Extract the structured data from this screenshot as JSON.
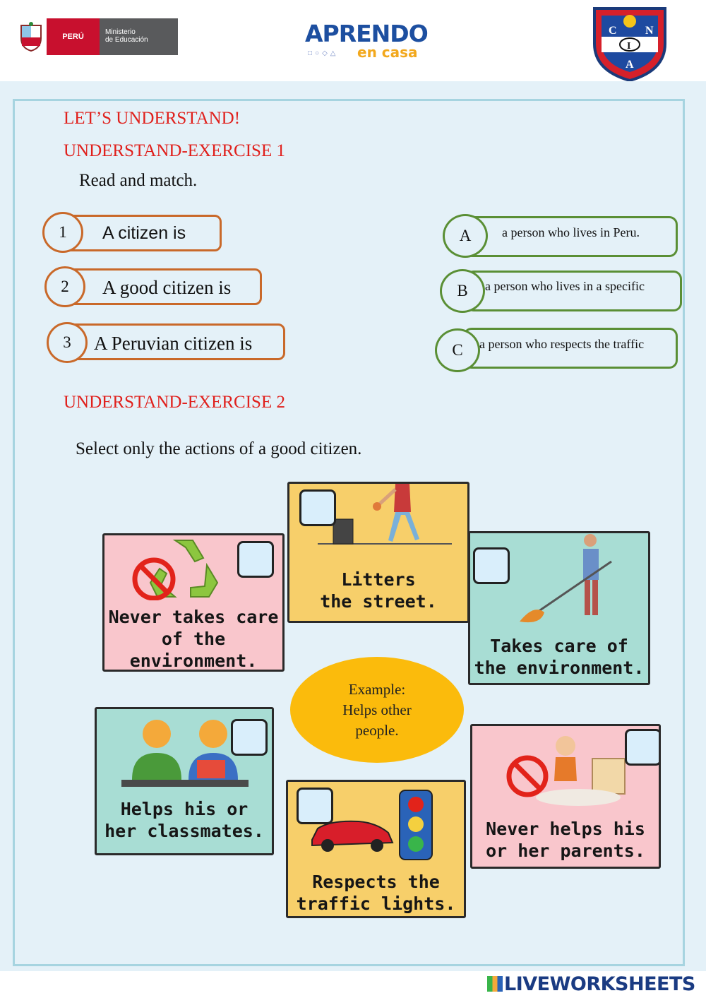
{
  "header": {
    "ministry": {
      "country": "PERÚ",
      "name_line1": "Ministerio",
      "name_line2": "de Educación"
    },
    "program": {
      "line1": "APRENDO",
      "line2": "en casa"
    },
    "school_crest": {
      "letters": [
        "C",
        "N",
        "I",
        "A"
      ]
    }
  },
  "section_title": "LET’S UNDERSTAND!",
  "exercise1": {
    "title": "UNDERSTAND-EXERCISE 1",
    "instruction": "Read and match.",
    "left_items": [
      {
        "number": "1",
        "text": "A citizen is"
      },
      {
        "number": "2",
        "text": "A good citizen is"
      },
      {
        "number": "3",
        "text": "A Peruvian citizen is"
      }
    ],
    "right_items": [
      {
        "letter": "A",
        "text": "a person who lives in Peru."
      },
      {
        "letter": "B",
        "text": "a person who lives in a specific"
      },
      {
        "letter": "C",
        "text": "a person who respects the traffic"
      }
    ]
  },
  "exercise2": {
    "title": "UNDERSTAND-EXERCISE 2",
    "instruction": "Select only the actions of a good citizen.",
    "example": {
      "line1": "Example:",
      "line2": "Helps other",
      "line3": "people."
    },
    "cards": [
      {
        "line1": "Litters",
        "line2": "the street."
      },
      {
        "line1": "Never takes care",
        "line2": "of the",
        "line3": "environment."
      },
      {
        "line1": "Takes care of",
        "line2": "the environment."
      },
      {
        "line1": "Helps his or",
        "line2": "her classmates."
      },
      {
        "line1": "Respects the",
        "line2": "traffic lights."
      },
      {
        "line1": "Never helps his",
        "line2": "or her parents."
      }
    ]
  },
  "footer": {
    "brand": "LIVEWORKSHEETS"
  },
  "colors": {
    "accent_red": "#e0201c",
    "left_pill_border": "#c9692a",
    "right_pill_border": "#5a8f35",
    "card_yellow": "#f7cf6a",
    "card_pink": "#f9c6cc",
    "card_teal": "#a8ddd4",
    "example_oval": "#fbbb0c"
  }
}
